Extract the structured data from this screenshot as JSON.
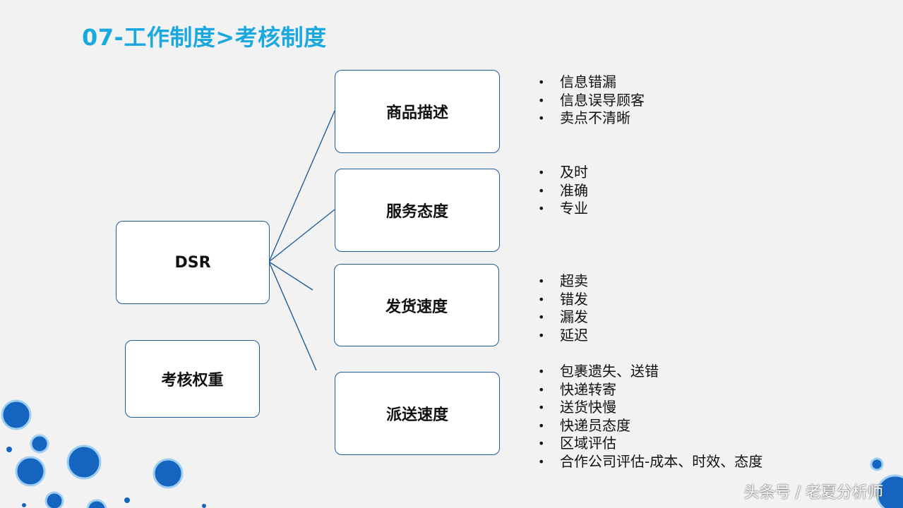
{
  "title": "07-工作制度>考核制度",
  "root": {
    "label": "DSR"
  },
  "secondary": {
    "label": "考核权重"
  },
  "branches": [
    {
      "label": "商品描述",
      "items": [
        "信息错漏",
        "信息误导顾客",
        "卖点不清晰"
      ]
    },
    {
      "label": "服务态度",
      "items": [
        "及时",
        "准确",
        "专业"
      ]
    },
    {
      "label": "发货速度",
      "items": [
        "超卖",
        "错发",
        "漏发",
        "延迟"
      ]
    },
    {
      "label": "派送速度",
      "items": [
        "包裹遗失、送错",
        "快递转寄",
        "送货快慢",
        "快递员态度",
        "区域评估",
        "合作公司评估-成本、时效、态度"
      ]
    }
  ],
  "watermark": "头条号 / 老夏分析师",
  "colors": {
    "title": "#1aa8e0",
    "box_border": "#1f5d99",
    "connector": "#1f5d99",
    "decor": "#1565c0"
  }
}
